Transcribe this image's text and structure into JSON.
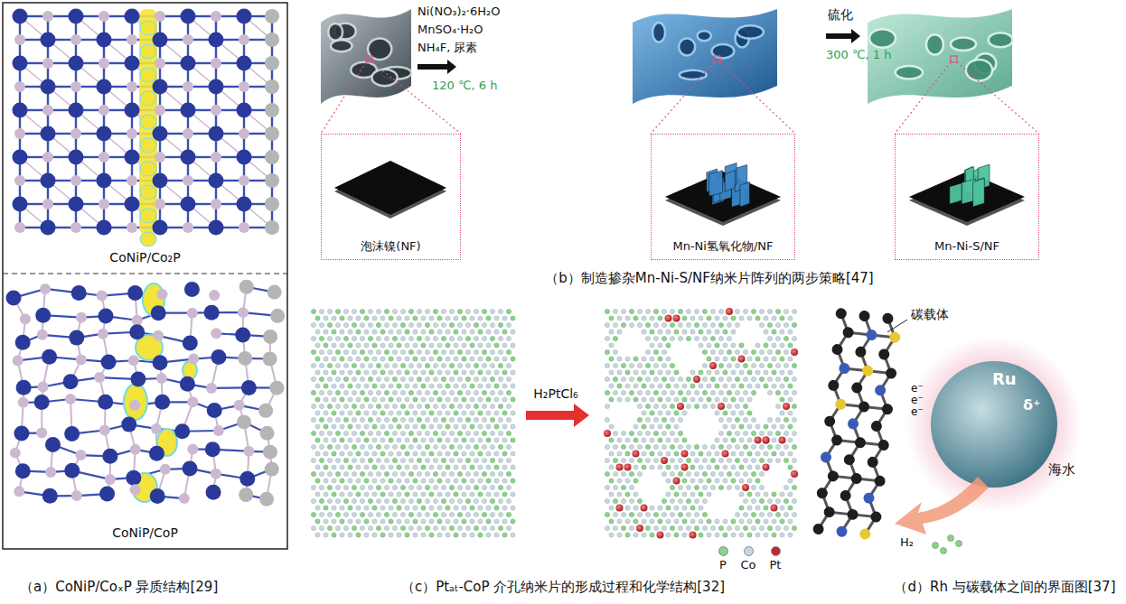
{
  "diagram": {
    "nodes": [
      {
        "text": [
          "CoNiP/Co₂P"
        ]
      },
      {
        "text": [
          "CoNiP/CoP"
        ]
      },
      {
        "text": [
          "泡沫镍(NF)"
        ]
      },
      {
        "text": [
          "Mn-Ni氢氧化物/NF"
        ]
      },
      {
        "text": [
          "Mn-Ni-S/NF"
        ]
      }
    ],
    "labels": [
      "Ni(NO₃)₂·6H₂O",
      "MnSO₄·H₂O",
      "NH₄F, 尿素",
      "120 ℃, 6 h",
      "硫化",
      "300 ℃, 1 h",
      "（b）制造掺杂Mn-Ni-S/NF纳米片阵列的两步策略[47]",
      "H₂PtCl₆",
      "碳载体",
      "Ru",
      "δ⁺",
      "e⁻",
      "e⁻",
      "e⁻",
      "海水",
      "H₂",
      "（a）CoNiP/CoₓP 异质结构[29]",
      "（c）Ptₐₜ-CoP 介孔纳米片的形成过程和化学结构[32]",
      "（d）Rh 与碳载体之间的界面图[37]"
    ],
    "legend": [
      {
        "text": "P",
        "color": "#8fd18f"
      },
      {
        "text": "Co",
        "color": "#c9d6dc"
      },
      {
        "text": "Pt",
        "color": "#c0282d"
      }
    ]
  }
}
